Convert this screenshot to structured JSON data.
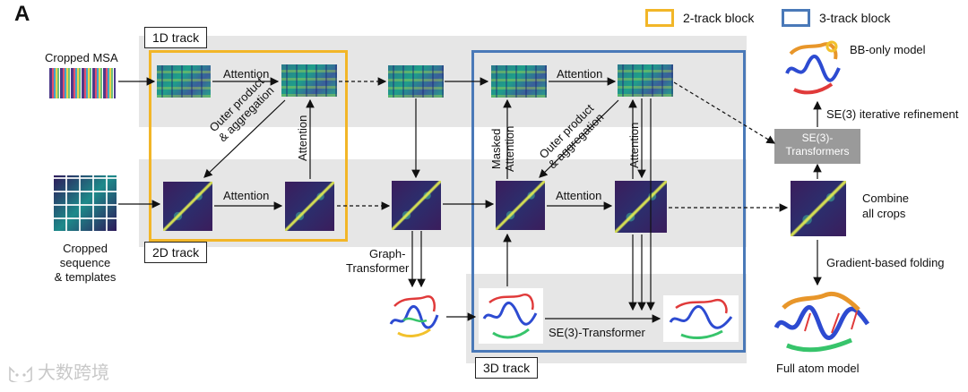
{
  "panel_label": "A",
  "legend": {
    "two_track": "2-track block",
    "three_track": "3-track block",
    "two_track_color": "#f2b628",
    "three_track_color": "#4a79b8"
  },
  "tracks": {
    "one_d": "1D track",
    "two_d": "2D track",
    "three_d": "3D track"
  },
  "inputs": {
    "msa": "Cropped MSA",
    "seq_line1": "Cropped",
    "seq_line2": "sequence",
    "seq_line3": "& templates"
  },
  "labels": {
    "attention_top_a": "Attention",
    "attention_mid_a": "Attention",
    "attention_vertical_a": "Attention",
    "outer_line1": "Outer product",
    "outer_line2": "& aggregation",
    "attention_top_b": "Attention",
    "attention_mid_b": "Attention",
    "attention_vertical_b": "Attention",
    "masked_line1": "Masked",
    "masked_line2": "Attention",
    "outer_b_line1": "Outer product",
    "outer_b_line2": "& aggregation",
    "graph_line1": "Graph-",
    "graph_line2": "Transformer",
    "se3_transformer": "SE(3)-Transformer",
    "se3_box_line1": "SE(3)-",
    "se3_box_line2": "Transformers",
    "bb_model": "BB-only model",
    "iterative": "SE(3) iterative refinement",
    "combine_line1": "Combine",
    "combine_line2": "all crops",
    "gradient": "Gradient-based folding",
    "full_atom": "Full atom model"
  },
  "watermark": "大数跨境",
  "icons": {
    "watermark_logo": "cat-face-icon"
  }
}
